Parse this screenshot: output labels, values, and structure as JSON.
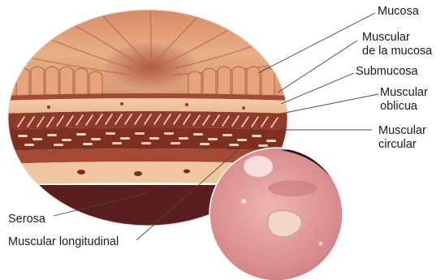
{
  "labels": {
    "mucosa": "Mucosa",
    "muscular_mucosa": [
      "Muscular",
      "de la mucosa"
    ],
    "submucosa": "Submucosa",
    "muscular_oblicua": [
      "Muscular",
      "oblicua"
    ],
    "muscular_circular": [
      "Muscular",
      "circular"
    ],
    "serosa": "Serosa",
    "muscular_longitudinal": "Muscular longitudinal"
  },
  "colors": {
    "mucosa_fold": "#e3a079",
    "mucosa_shadow": "#b8684a",
    "submucosa": "#f2c9a4",
    "muscle": "#8f3a2a",
    "muscle_fiber": "#f4d3bd",
    "serosa_base": "#5a1e1e",
    "endoscopy_tissue": "#e4a0a0",
    "leader_line": "#444444"
  },
  "icons": {
    "stomach_wall_section": "anatomical-illustration",
    "endoscopy_view": "endoscopic-photo"
  }
}
